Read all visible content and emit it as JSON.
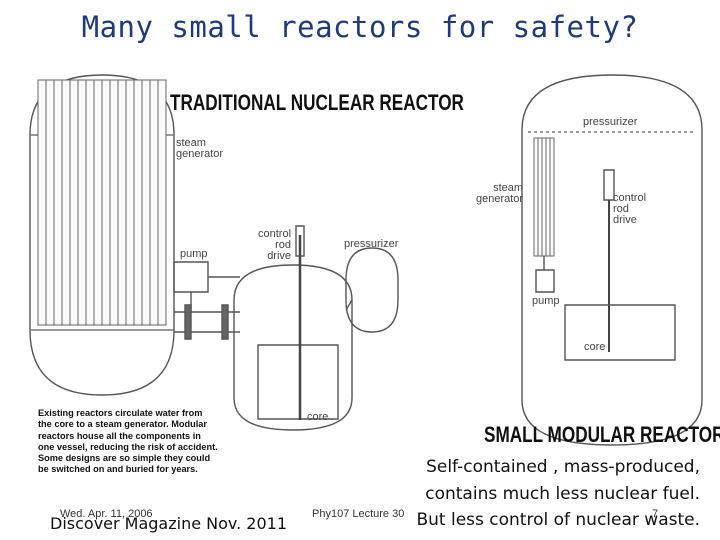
{
  "slide": {
    "title": "Many small reactors for safety?",
    "traditional_heading": "TRADITIONAL NUCLEAR REACTOR",
    "smr_heading": "SMALL MODULAR REACTOR",
    "caption_lines": [
      "Existing reactors circulate water from",
      "the core to a steam generator. Modular",
      "reactors house all the components in",
      "one vessel, reducing the risk of accident.",
      "Some designs are so simple they could",
      "be switched on and buried for years."
    ],
    "left_labels": {
      "steam": "steam",
      "generator": "generator",
      "pump": "pump",
      "control": "control",
      "rod": "rod",
      "drive": "drive",
      "pressurizer": "pressurizer",
      "core": "core"
    },
    "right_labels": {
      "pressurizer": "pressurizer",
      "steam": "steam",
      "generator": "generator",
      "control": "control",
      "rod": "rod",
      "drive": "drive",
      "pump": "pump",
      "core": "core"
    },
    "statement_line1": "Self-contained , mass-produced,",
    "statement_line2": "contains much less nuclear fuel.",
    "statement_line3": "But less control of nuclear waste.",
    "footer_date": "Wed. Apr. 11, 2006",
    "footer_lecture": "Phy107 Lecture 30",
    "footer_page": "7",
    "source": "Discover  Magazine  Nov. 2011"
  }
}
